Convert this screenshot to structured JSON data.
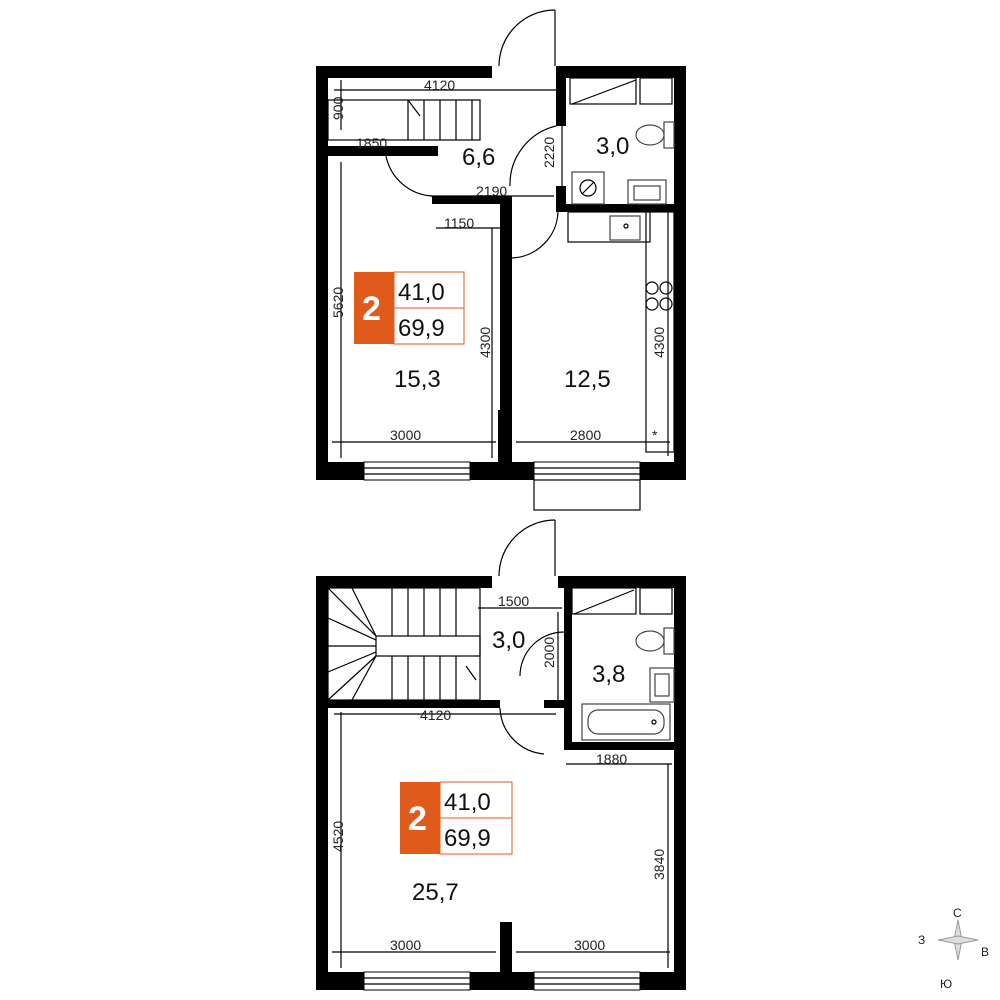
{
  "colors": {
    "badge_accent": "#e05a1c",
    "wall": "#000000",
    "background": "#ffffff"
  },
  "upper_plan": {
    "badge": {
      "rooms": "2",
      "living_area": "41,0",
      "total_area": "69,9"
    },
    "areas": {
      "hall": "6,6",
      "bathroom": "3,0",
      "bedroom": "15,3",
      "kitchen": "12,5"
    },
    "dims": {
      "d4120": "4120",
      "d900": "900",
      "d1850": "1850",
      "d2220": "2220",
      "d2190": "2190",
      "d1150": "1150",
      "d5620": "5620",
      "d4300_left": "4300",
      "d4300_right": "4300",
      "d3000": "3000",
      "d2800": "2800"
    }
  },
  "lower_plan": {
    "badge": {
      "rooms": "2",
      "living_area": "41,0",
      "total_area": "69,9"
    },
    "areas": {
      "hall": "3,0",
      "bathroom": "3,8",
      "living": "25,7"
    },
    "dims": {
      "d1500": "1500",
      "d2000": "2000",
      "d4120": "4120",
      "d1880": "1880",
      "d4520": "4520",
      "d3840": "3840",
      "d3000_left": "3000",
      "d3000_right": "3000"
    }
  },
  "compass": {
    "north": "С",
    "west": "З",
    "east": "В",
    "south": "Ю"
  }
}
